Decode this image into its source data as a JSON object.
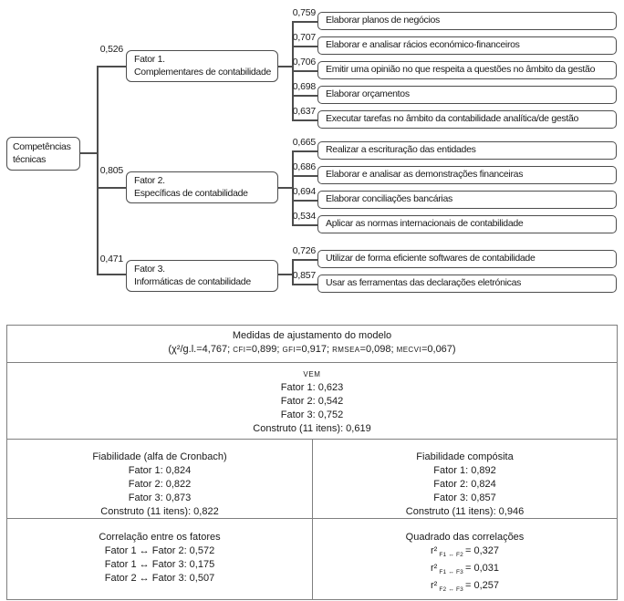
{
  "tree": {
    "root": {
      "label": "Competências técnicas"
    },
    "factors": [
      {
        "loading": "0,526",
        "title": "Fator 1.",
        "subtitle": "Complementares de contabilidade",
        "items": [
          {
            "loading": "0,759",
            "label": "Elaborar planos de negócios"
          },
          {
            "loading": "0,707",
            "label": "Elaborar e analisar rácios económico-financeiros"
          },
          {
            "loading": "0,706",
            "label": "Emitir uma opinião no que respeita a questões no âmbito da gestão"
          },
          {
            "loading": "0,698",
            "label": "Elaborar orçamentos"
          },
          {
            "loading": "0,637",
            "label": "Executar tarefas no âmbito da contabilidade analítica/de gestão"
          }
        ]
      },
      {
        "loading": "0,805",
        "title": "Fator 2.",
        "subtitle": "Específicas de contabilidade",
        "items": [
          {
            "loading": "0,665",
            "label": "Realizar a escrituração das entidades"
          },
          {
            "loading": "0,686",
            "label": "Elaborar e analisar as demonstrações financeiras"
          },
          {
            "loading": "0,694",
            "label": "Elaborar conciliações bancárias"
          },
          {
            "loading": "0,534",
            "label": "Aplicar as normas internacionais de contabilidade"
          }
        ]
      },
      {
        "loading": "0,471",
        "title": "Fator 3.",
        "subtitle": "Informáticas de contabilidade",
        "items": [
          {
            "loading": "0,726",
            "label": "Utilizar de forma eficiente softwares de contabilidade"
          },
          {
            "loading": "0,857",
            "label": "Usar as ferramentas das declarações eletrónicas"
          }
        ]
      }
    ]
  },
  "table": {
    "fit": {
      "title": "Medidas de ajustamento do modelo",
      "stats": "(χ²/g.l.=4,767; CFI=0,899; GFI=0,917; RMSEA=0,098; MECVI=0,067)"
    },
    "vem": {
      "title": "VEM",
      "lines": [
        "Fator 1: 0,623",
        "Fator 2: 0,542",
        "Fator 3: 0,752",
        "Construto (11 itens): 0,619"
      ]
    },
    "cronbach": {
      "title": "Fiabilidade (alfa de Cronbach)",
      "lines": [
        "Fator 1: 0,824",
        "Fator 2: 0,822",
        "Fator 3: 0,873",
        "Construto (11 itens): 0,822"
      ]
    },
    "composite": {
      "title": "Fiabilidade compósita",
      "lines": [
        "Fator 1: 0,892",
        "Fator 2: 0,824",
        "Fator 3: 0,857",
        "Construto (11 itens): 0,946"
      ]
    },
    "correlations": {
      "title": "Correlação entre os fatores",
      "lines": [
        "Fator 1 ↔ Fator 2: 0,572",
        "Fator 1 ↔ Fator 3: 0,175",
        "Fator 2 ↔ Fator 3: 0,507"
      ]
    },
    "squared": {
      "title": "Quadrado das correlações",
      "rows": [
        {
          "base": "r²",
          "sub": "F1 ↔ F2",
          "eq": "= 0,327"
        },
        {
          "base": "r²",
          "sub": "F1 ↔ F3",
          "eq": "= 0,031"
        },
        {
          "base": "r²",
          "sub": "F2 ↔ F3",
          "eq": "= 0,257"
        }
      ]
    }
  }
}
